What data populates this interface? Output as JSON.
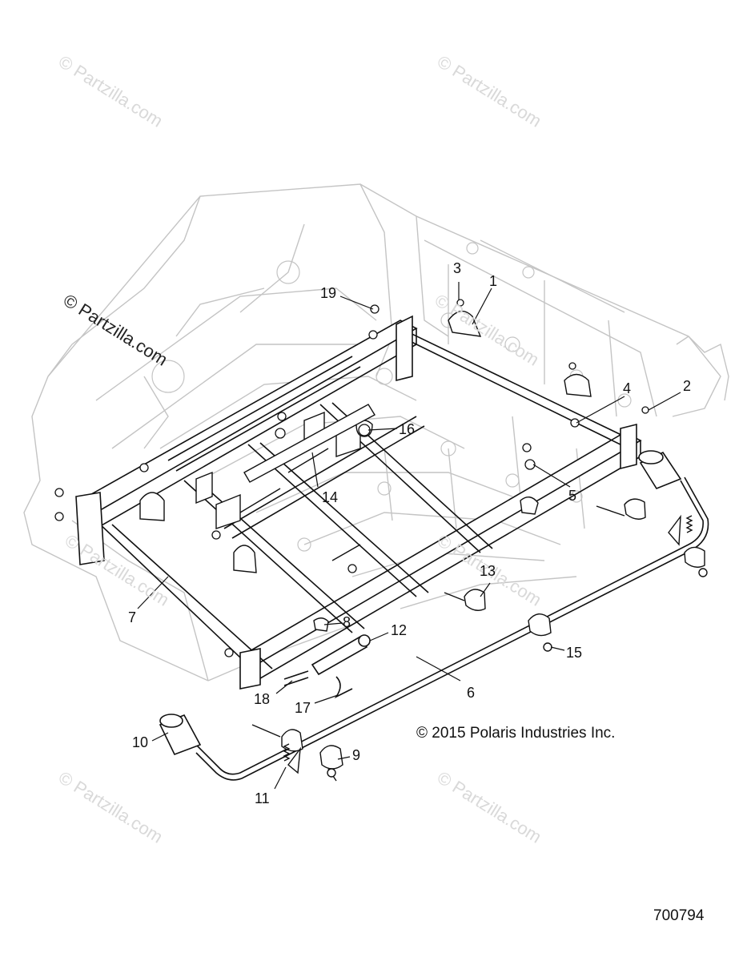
{
  "watermarks": {
    "main": "© Partzilla.com",
    "faint": "© Partzilla.com"
  },
  "callouts": [
    "1",
    "2",
    "3",
    "4",
    "5",
    "6",
    "7",
    "8",
    "9",
    "10",
    "11",
    "12",
    "13",
    "14",
    "15",
    "16",
    "17",
    "18",
    "19"
  ],
  "copyright": "© 2015 Polaris Industries Inc.",
  "part_number": "700794",
  "colors": {
    "ghost": "#c8c8c8",
    "line": "#111111",
    "watermark": "#d9d9d9"
  }
}
